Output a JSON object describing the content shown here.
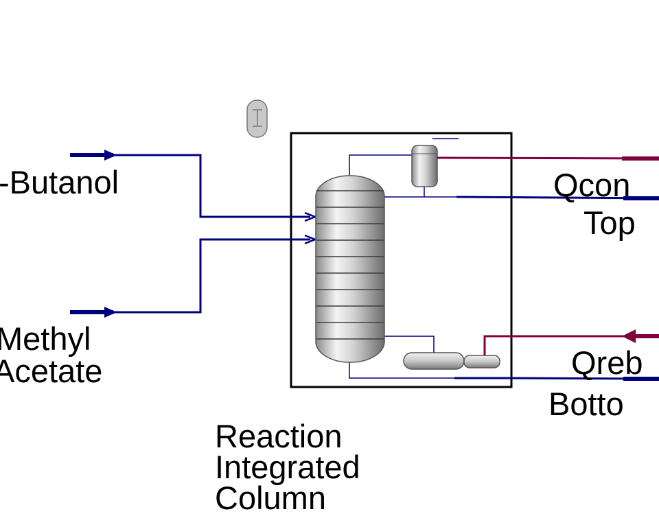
{
  "streams": {
    "feed_1_label": "-Butanol",
    "feed_2_label_line1": "Methyl",
    "feed_2_label_line2": "Acetate",
    "condenser_duty_label": "Qcon",
    "top_product_label": "Top",
    "reboiler_duty_label": "Qreb",
    "bottom_product_label": "Botto"
  },
  "block": {
    "label_line1": "Reaction",
    "label_line2": "Integrated",
    "label_line3": "Column"
  },
  "colors": {
    "material_stream": "#00007f",
    "heat_stream": "#800040",
    "block_border": "#000000",
    "background": "#ffffff"
  },
  "icons": {
    "orphan_icon": "drum-icon",
    "column_icon": "distillation-column-icon",
    "condenser_icon": "condenser-drum-icon",
    "reboiler_icon": "kettle-reboiler-icon"
  }
}
